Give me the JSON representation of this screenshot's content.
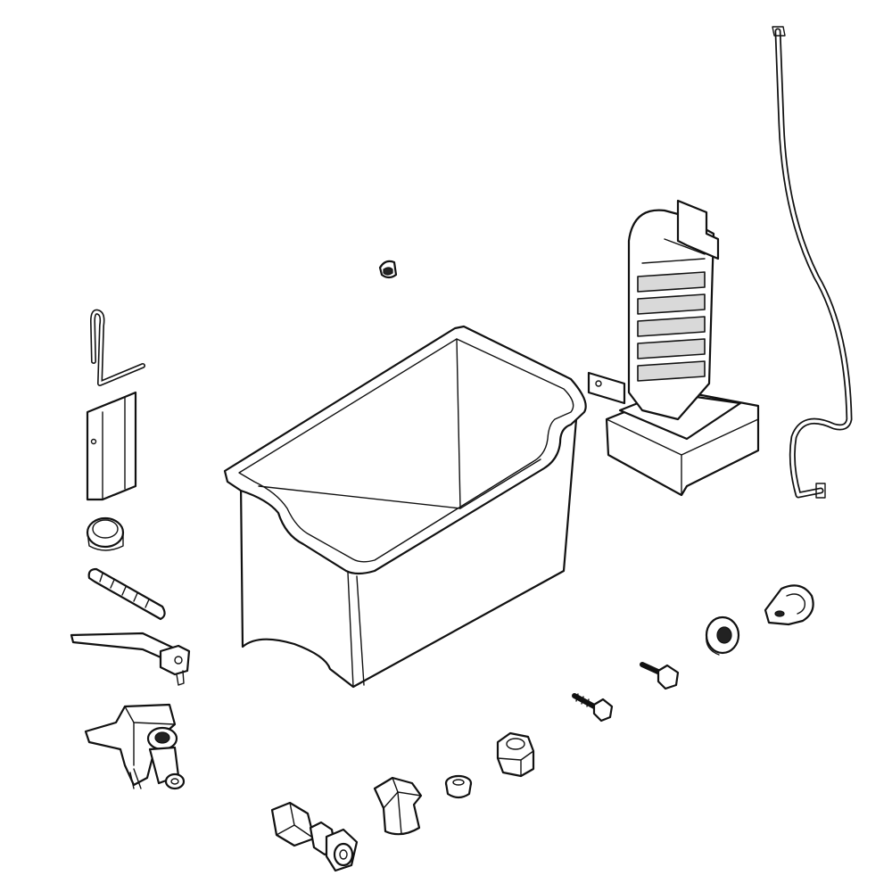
{
  "diagram": {
    "background": "#ffffff",
    "line_color": "#111111",
    "parts": [
      {
        "id": "ice-bucket",
        "kind": "container"
      },
      {
        "id": "ice-maker-assembly",
        "kind": "assembly"
      },
      {
        "id": "water-fill-tube",
        "kind": "tube"
      },
      {
        "id": "shutoff-arm",
        "kind": "wire"
      },
      {
        "id": "mounting-bracket",
        "kind": "bracket"
      },
      {
        "id": "grommet",
        "kind": "ring"
      },
      {
        "id": "heater-sleeve",
        "kind": "sleeve"
      },
      {
        "id": "fill-cup-tube",
        "kind": "tube"
      },
      {
        "id": "water-valve",
        "kind": "valve"
      },
      {
        "id": "compression-union",
        "kind": "fitting"
      },
      {
        "id": "tube-nut",
        "kind": "fitting"
      },
      {
        "id": "ferrule",
        "kind": "fitting"
      },
      {
        "id": "hex-nut",
        "kind": "fitting"
      },
      {
        "id": "screw-1",
        "kind": "fastener"
      },
      {
        "id": "screw-2",
        "kind": "fastener"
      },
      {
        "id": "bushing",
        "kind": "ring"
      },
      {
        "id": "tube-clamp",
        "kind": "clamp"
      },
      {
        "id": "plug-clip",
        "kind": "clip"
      }
    ]
  }
}
